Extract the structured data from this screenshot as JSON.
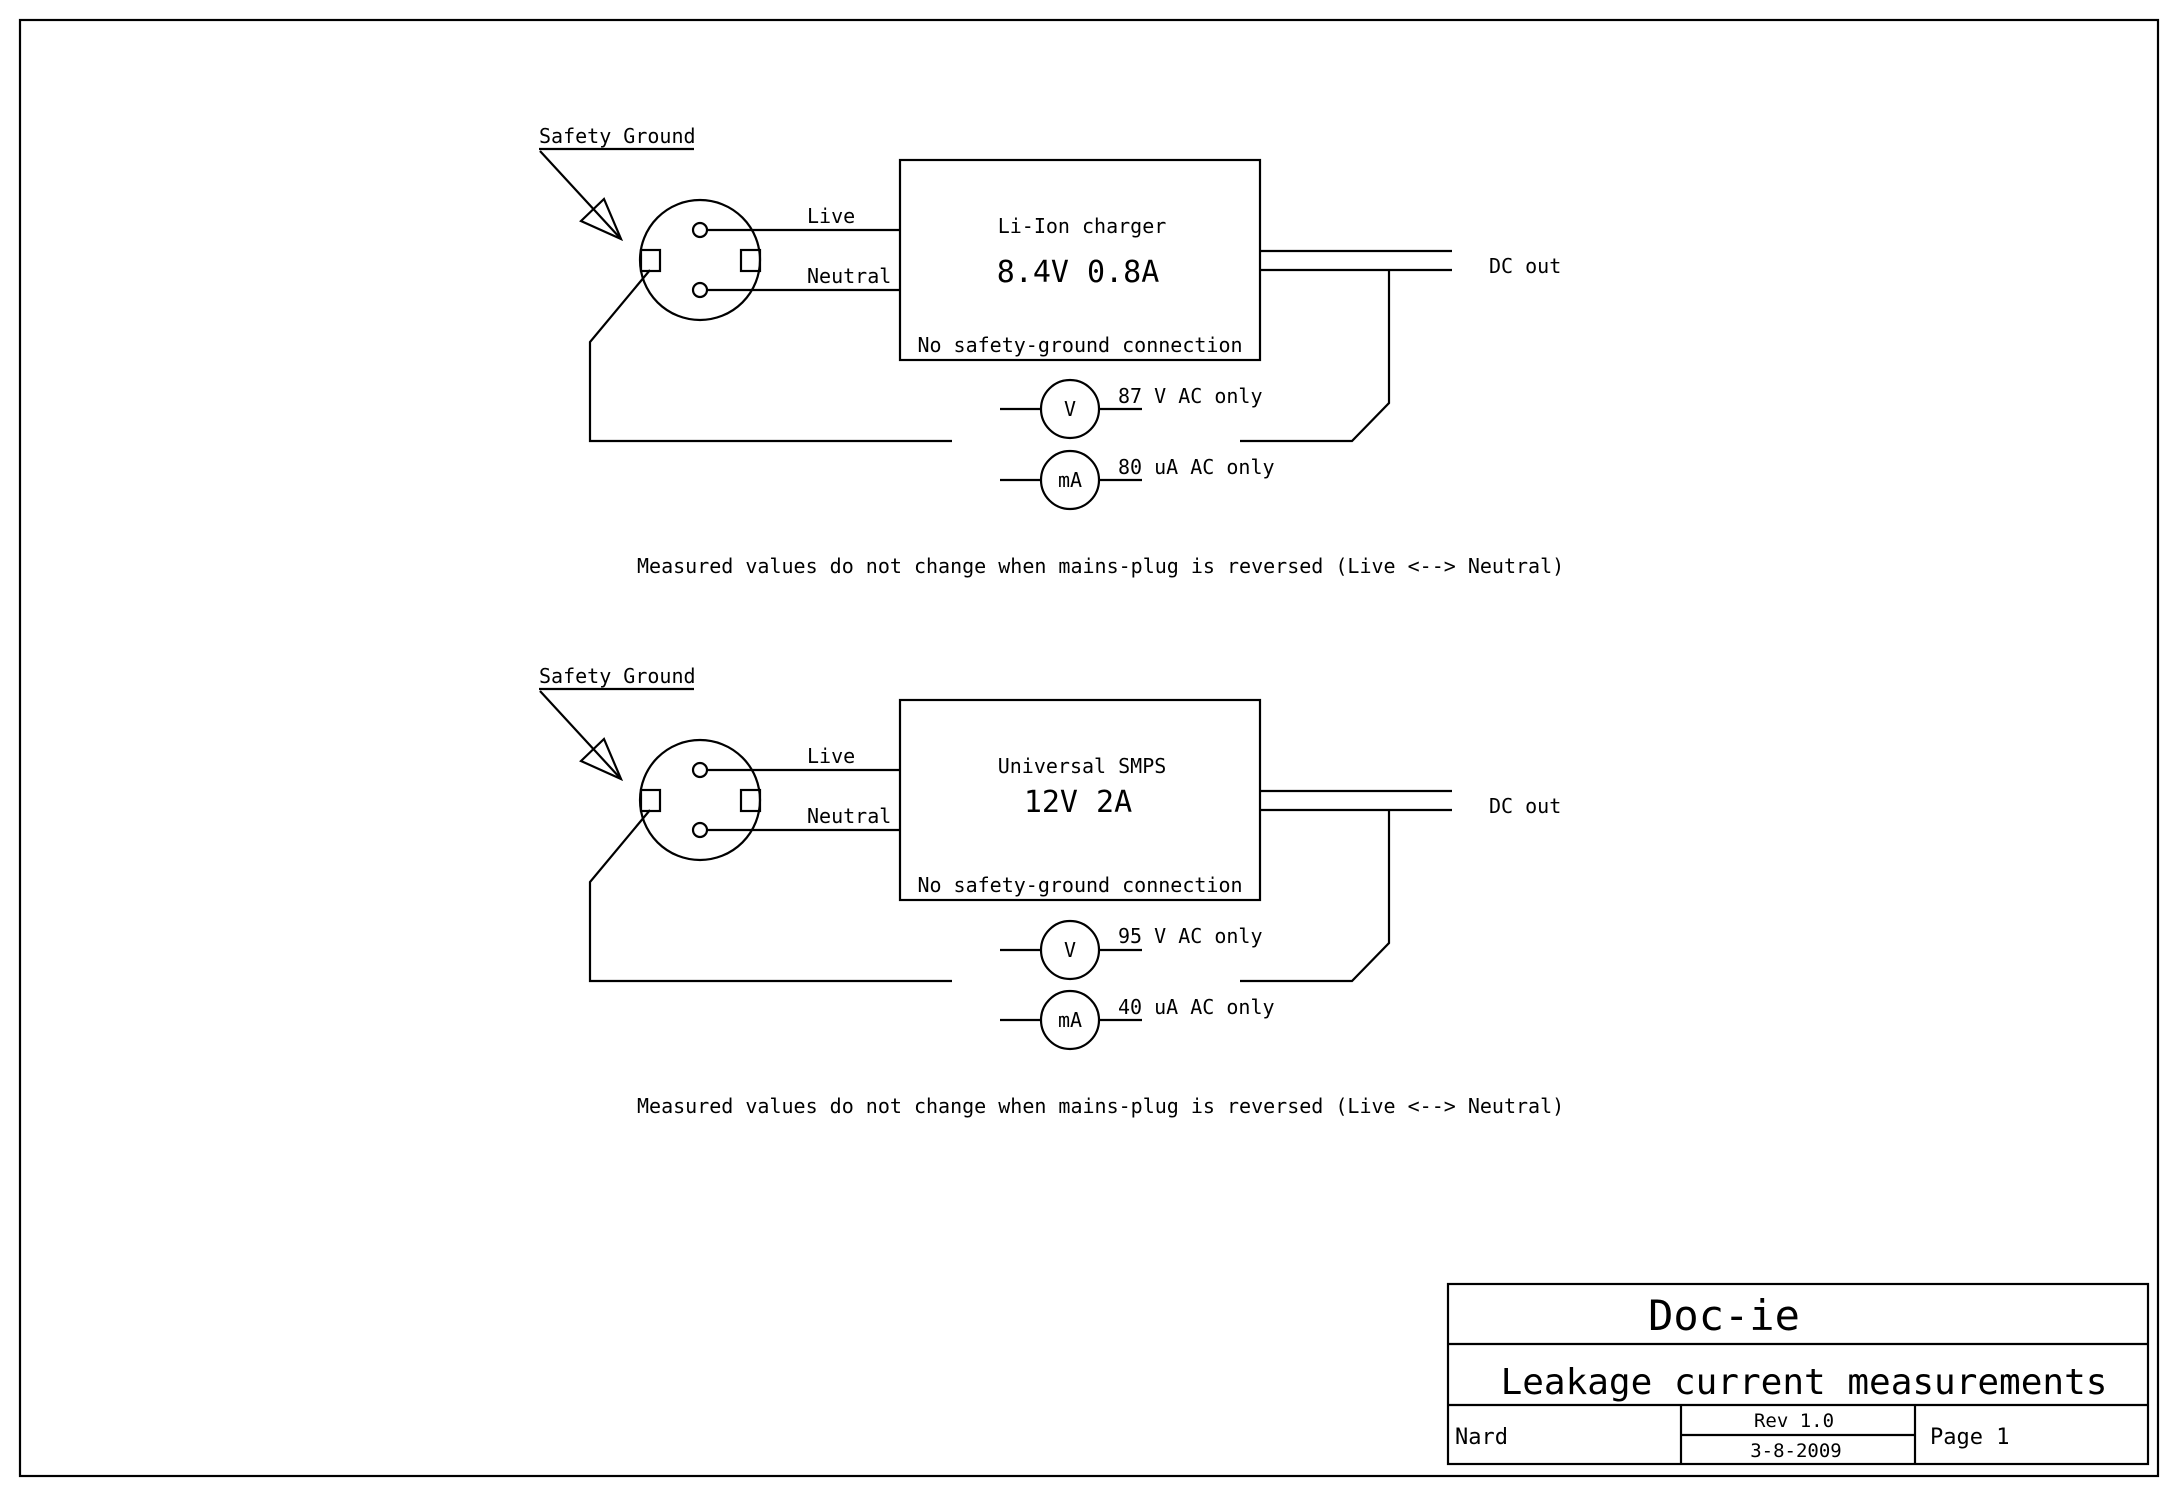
{
  "title_block": {
    "company": "Doc-ie",
    "title": "Leakage current measurements",
    "author": "Nard",
    "revision": "Rev 1.0",
    "date": "3-8-2009",
    "page": "Page 1"
  },
  "circuits": [
    {
      "safety_ground_label": "Safety Ground",
      "live_label": "Live",
      "neutral_label": "Neutral",
      "device_name": "Li-Ion charger",
      "device_rating": "8.4V 0.8A",
      "device_note": "No safety-ground connection",
      "dc_out_label": "DC out",
      "voltmeter_symbol": "V",
      "voltmeter_reading": "87 V AC only",
      "ammeter_symbol": "mA",
      "ammeter_reading": "80 uA AC only",
      "note": "Measured values do not change when mains-plug is reversed (Live <--> Neutral)"
    },
    {
      "safety_ground_label": "Safety Ground",
      "live_label": "Live",
      "neutral_label": "Neutral",
      "device_name": "Universal SMPS",
      "device_rating": "12V 2A",
      "device_note": "No safety-ground connection",
      "dc_out_label": "DC out",
      "voltmeter_symbol": "V",
      "voltmeter_reading": "95 V AC only",
      "ammeter_symbol": "mA",
      "ammeter_reading": "40 uA AC only",
      "note": "Measured values do not change when mains-plug is reversed (Live <--> Neutral)"
    }
  ]
}
